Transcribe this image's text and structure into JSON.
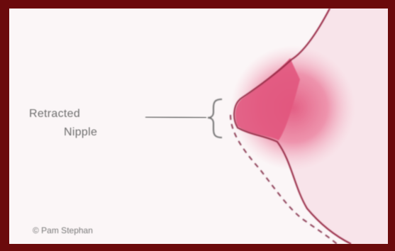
{
  "diagram": {
    "label_line1": "Retracted",
    "label_line2": "Nipple",
    "credit": "© Pam Stephan"
  },
  "colors": {
    "frame": "#6b0a0c",
    "background": "#fbf6f7",
    "breast_fill": "#f8e4ea",
    "areola": "#e2577e",
    "outline": "#9a2e4a"
  }
}
